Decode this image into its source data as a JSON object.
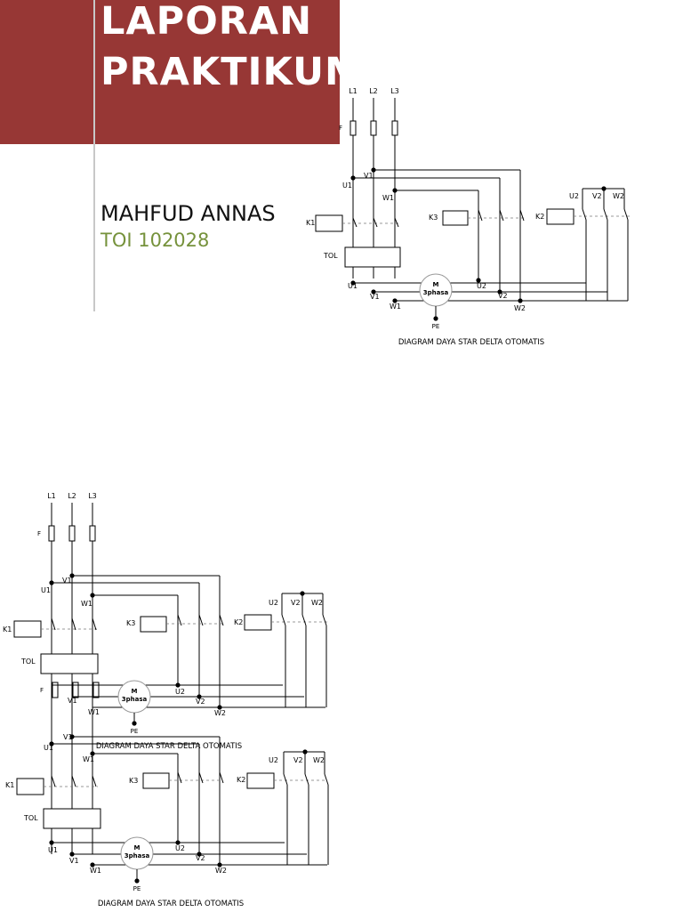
{
  "cover": {
    "title": "LAPORAN PRAKTIKUM",
    "author": "MAHFUD ANNAS",
    "code": "TOI 102028"
  },
  "colors": {
    "banner": "#973735",
    "code_text": "#76923c",
    "title_text": "#ffffff"
  },
  "diagram": {
    "caption": "DIAGRAM DAYA STAR DELTA OTOMATIS",
    "line_labels": [
      "L1",
      "L2",
      "L3"
    ],
    "fuse_label": "F",
    "contactor_main": "K1",
    "contactor_star": "K3",
    "contactor_delta": "K2",
    "overload_label": "TOL",
    "motor_line1": "M",
    "motor_line2": "3phasa",
    "earth_label": "PE",
    "terminals_1": [
      "U1",
      "V1",
      "W1"
    ],
    "terminals_2": [
      "U2",
      "V2",
      "W2"
    ]
  }
}
